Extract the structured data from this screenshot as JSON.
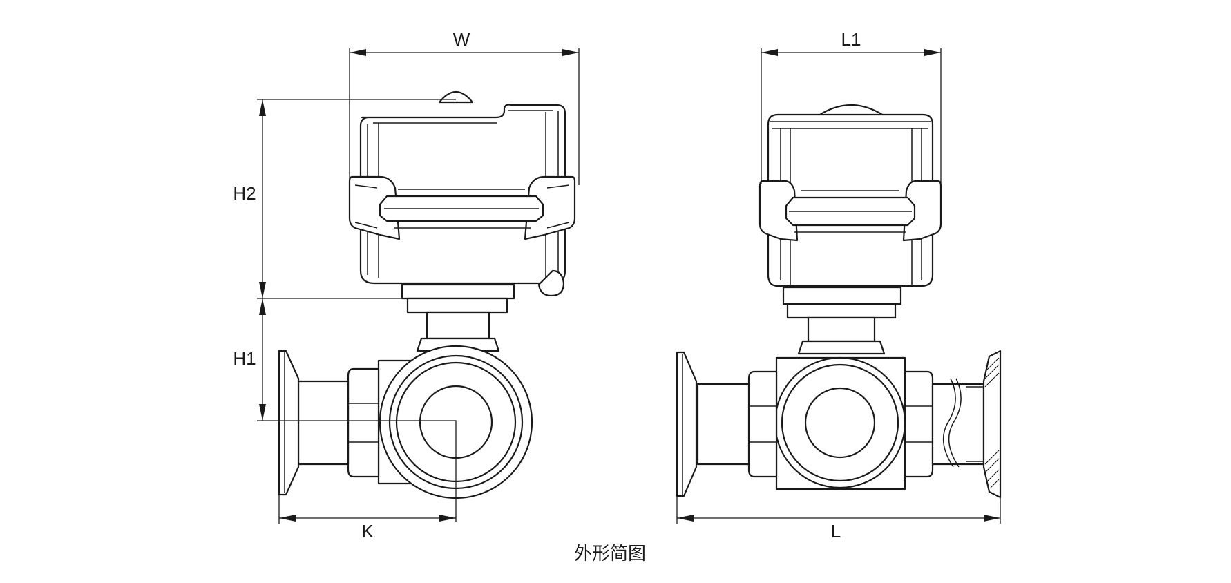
{
  "dimensions": {
    "w": "W",
    "l1": "L1",
    "h2": "H2",
    "h1": "H1",
    "k": "K",
    "l": "L"
  },
  "caption": "外形简图",
  "colors": {
    "line": "#1a1a1a",
    "background": "#ffffff"
  }
}
